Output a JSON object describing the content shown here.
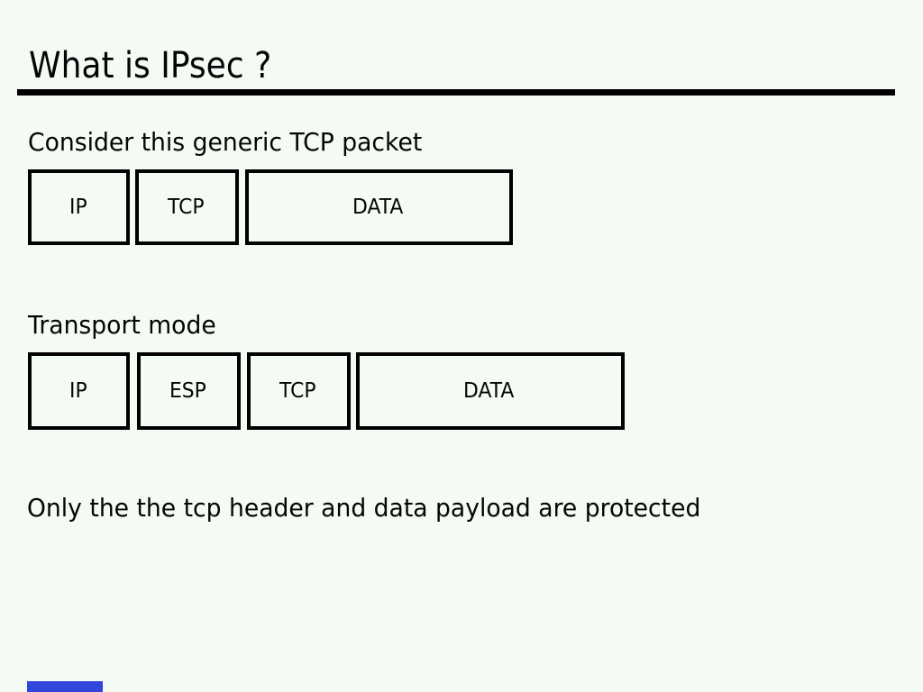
{
  "slide": {
    "title": "What is IPsec ?",
    "captions": {
      "generic_packet": "Consider this generic TCP packet",
      "transport_mode": "Transport mode",
      "protection_note": "Only the the tcp header and data payload are protected"
    }
  },
  "diagrams": {
    "generic_tcp_packet": {
      "segments": [
        {
          "label": "IP"
        },
        {
          "label": "TCP"
        },
        {
          "label": "DATA"
        }
      ]
    },
    "transport_mode_packet": {
      "segments": [
        {
          "label": "IP"
        },
        {
          "label": "ESP"
        },
        {
          "label": "TCP"
        },
        {
          "label": "DATA"
        }
      ]
    }
  },
  "colors": {
    "background": "#f4faf4",
    "text": "#050505",
    "box_border": "#000000",
    "title_rule": "#000000",
    "nav_bar": "#3246dc"
  }
}
